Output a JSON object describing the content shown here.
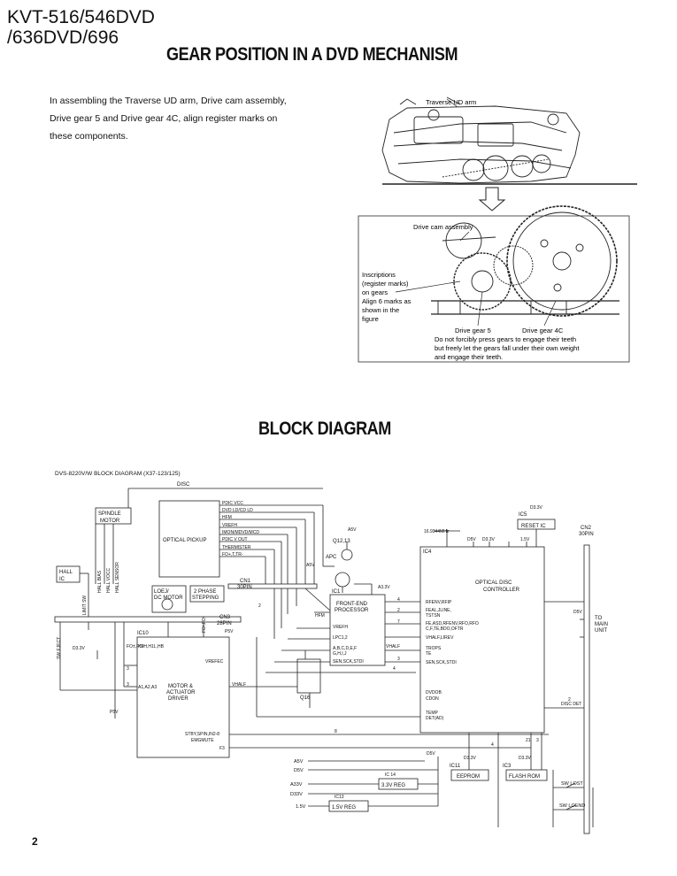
{
  "header": {
    "model_line1": "KVT-516/546DVD",
    "model_line2": "/636DVD/696"
  },
  "gear_section": {
    "title": "GEAR POSITION IN A DVD MECHANISM",
    "intro_lines": [
      "In assembling the Traverse UD arm, Drive cam assembly,",
      "Drive gear 5 and Drive gear 4C, align register marks on",
      "these components."
    ],
    "top_label": "Traverse UD arm",
    "detail": {
      "drive_cam": "Drive cam assembly",
      "inscription_lines": [
        "Inscriptions",
        "(register marks)",
        "on gears",
        "Align 6 marks as",
        "shown in the",
        "figure"
      ],
      "drive_gear_5": "Drive gear 5",
      "drive_gear_4c": "Drive gear 4C",
      "note_lines": [
        "Do not forcibly press gears to engage their teeth",
        "but freely let the gears fall under their own weight",
        "and engage their teeth."
      ]
    }
  },
  "block_section": {
    "title": "BLOCK DIAGRAM",
    "diagram_title": "DVS-8220V/W BLOCK DIAGRAM (X37-123/125)",
    "labels": {
      "disc": "DISC",
      "spindle_motor": [
        "SPINDLE",
        "MOTOR"
      ],
      "optical_pickup": "OPTICAL PICKUP",
      "pickup_signals": [
        "PDIC VCC",
        "DVD LD/CD LD",
        "HFM",
        "VREFH",
        "IMON/MDVD/MCD",
        "PDIC V OUT",
        "THERMISTER",
        "FO+,T,TR-"
      ],
      "hall_ic": [
        "HALL",
        "IC"
      ],
      "hall_wires": [
        "HALL BIAS",
        "HALL VOCC",
        "HALL SENSOR"
      ],
      "loej": [
        "LOEJ/",
        "DC MOTOR"
      ],
      "phase": [
        "2 PHASE",
        "STEPPING"
      ],
      "cn1": [
        "CN1",
        "30PIN"
      ],
      "cn3": [
        "CN3",
        "28PIN"
      ],
      "cn2": [
        "CN2",
        "30PIN"
      ],
      "ic1": "IC1",
      "q12": "Q12,13",
      "apc": "APC",
      "frontend": [
        "FRONT-END",
        "PROCESSOR"
      ],
      "frontend_pins": [
        "VREFH",
        "LPC1,2",
        "A,B,C,D,E,F",
        "G,H,I,J",
        "SEN,SCK,STDI"
      ],
      "hfm_line": "HFM",
      "ic4": "IC4",
      "crystal": "16.9344MHz",
      "odc": [
        "OPTICAL DISC",
        "CONTROLLER"
      ],
      "odc_pins": [
        "RFENV,RFIP",
        "FEAL,JLINE,",
        "TSTSN",
        "FE,ASD,RFENV,RFO,RFO",
        "C,F,TE,BDO,OFTR",
        "VHALF,LIREV",
        "TROPS",
        "TE",
        "SEN,SCK,STDI",
        "DVDOB",
        "CDON",
        "TEMP",
        "DET(AD)"
      ],
      "ic5": "IC5",
      "reset": "RESET IC",
      "ic10": "IC10",
      "driver": [
        "MOTOR &",
        "ACTUATOR",
        "DRIVER"
      ],
      "driver_pins": [
        "FO±,FO²",
        "FO³,FO³",
        "VREFEC",
        "VHALF",
        "STBY,SPIN,IN2-8",
        "EMGMUTE",
        "F3"
      ],
      "hall_in": "H1H,H1L,HB",
      "hall_in2": "A1,A2,A3",
      "sw_eject": "SW EJECT",
      "limit": "LIMIT SW",
      "q16": "Q16",
      "ic11": "IC11",
      "eeprom": "EEPROM",
      "ic3": "IC3",
      "flash": "FLASH ROM",
      "ic14": "IC 14",
      "reg33": "3.3V REG",
      "ic13": "IC13",
      "reg15": "1.5V REG",
      "to_main": [
        "TO",
        "MAIN",
        "UNIT"
      ],
      "sw_lost": "SW LOST",
      "sw_loend": "SW LOEND",
      "disc_det": "DISC DET",
      "power": [
        "A5V",
        "D5V",
        "A33V",
        "D33V",
        "1.5V"
      ],
      "v_labels": [
        "D3.3V",
        "A5V",
        "A3.3V",
        "D5V",
        "D3.3V",
        "1.5V",
        "D3.3V",
        "D5V",
        "P5V",
        "A5V",
        "P5V",
        "D5V",
        "D3.3V",
        "D3.3V",
        "VHALF"
      ],
      "nums": [
        "2",
        "3",
        "4",
        "8",
        "3",
        "7",
        "2",
        "3",
        "4",
        "4",
        "21",
        "3",
        "2"
      ]
    }
  },
  "page_number": "2"
}
